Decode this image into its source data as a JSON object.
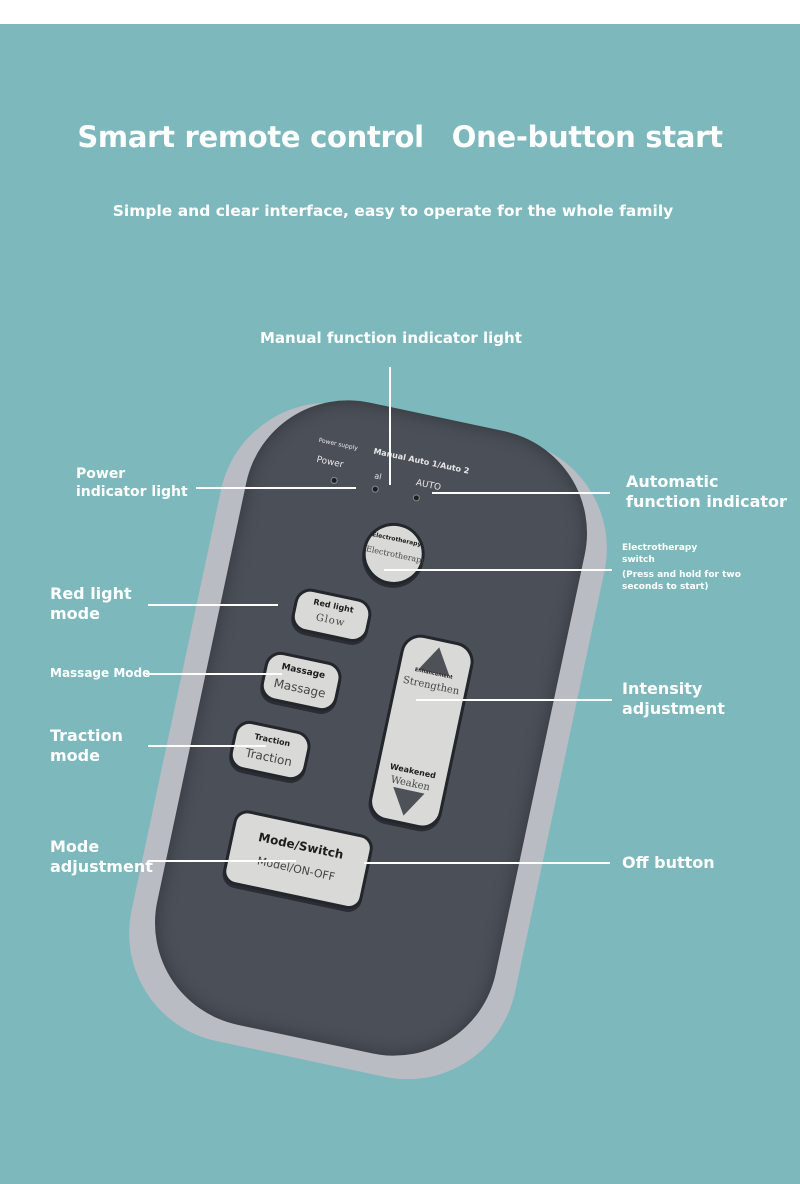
{
  "header": {
    "title_left": "Smart remote control",
    "title_right": "One-button start",
    "subtitle": "Simple and clear interface, easy to operate for the whole family"
  },
  "callouts": {
    "manual_indicator": "Manual function indicator light",
    "power_indicator_1": "Power",
    "power_indicator_2": "indicator light",
    "auto_indicator_1": "Automatic",
    "auto_indicator_2": "function indicator",
    "electro_switch_1": "Electrotherapy",
    "electro_switch_2": "switch",
    "electro_switch_3": "(Press and hold for two",
    "electro_switch_4": "seconds to start)",
    "red_light_1": "Red light",
    "red_light_2": "mode",
    "massage_mode": "Massage Mode",
    "traction_1": "Traction",
    "traction_2": "mode",
    "intensity_1": "Intensity",
    "intensity_2": "adjustment",
    "mode_adj_1": "Mode",
    "mode_adj_2": "adjustment",
    "off_button": "Off button"
  },
  "remote": {
    "power_small": "Power supply",
    "power": "Power",
    "manual_auto": "Manual Auto 1/Auto 2",
    "manual_short": "al",
    "auto": "AUTO",
    "electro_top": "Electrotherapy",
    "electro_bottom": "Electrotherapy",
    "red_top": "Red light",
    "red_bottom": "Glow",
    "massage_top": "Massage",
    "massage_bottom": "Massage",
    "traction_top": "Traction",
    "traction_bottom": "Traction",
    "strengthen_top": "Enhancement",
    "strengthen_bottom": "Strengthen",
    "weaken_top": "Weakened",
    "weaken_bottom": "Weaken",
    "mode_top": "Mode/Switch",
    "mode_bottom": "Model/ON-OFF"
  }
}
